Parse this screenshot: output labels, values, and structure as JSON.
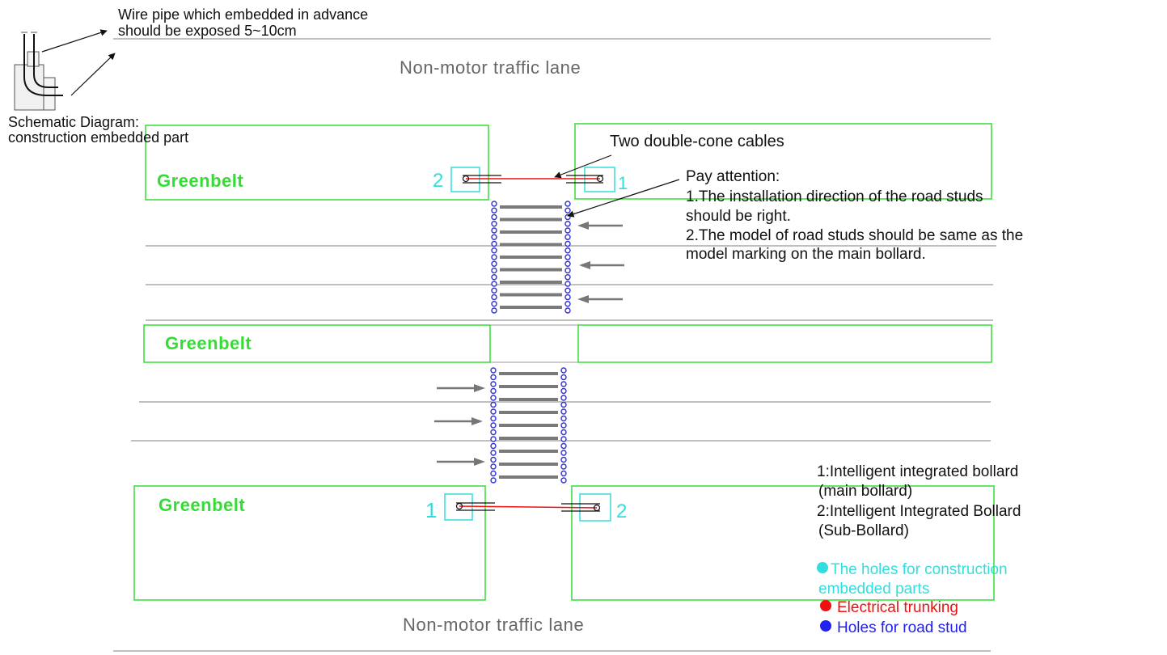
{
  "schematic": {
    "wire_pipe_line1": "Wire pipe which embedded in advance",
    "wire_pipe_line2": "should be exposed 5~10cm",
    "diagram_line1": "Schematic Diagram:",
    "diagram_line2": "construction embedded part"
  },
  "lanes": {
    "top_label": "Non-motor traffic lane",
    "bottom_label": "Non-motor traffic lane"
  },
  "greenbelts": {
    "top": "Greenbelt",
    "middle": "Greenbelt",
    "bottom": "Greenbelt"
  },
  "callouts": {
    "cables": "Two double-cone cables",
    "attention_title": "Pay attention:",
    "attention_1a": "1.The installation direction of the road studs",
    "attention_1b": "should be right.",
    "attention_2a": "2.The model of road studs should be same as the",
    "attention_2b": "model marking on the main bollard."
  },
  "bollards": {
    "top_left_num": "2",
    "top_right_num": "1",
    "bottom_left_num": "1",
    "bottom_right_num": "2"
  },
  "legend": {
    "item1a": "1:Intelligent integrated bollard",
    "item1b": "(main bollard)",
    "item2a": "2:Intelligent Integrated Bollard",
    "item2b": "(Sub-Bollard)",
    "holes_embedded_a": "The holes for construction",
    "holes_embedded_b": "embedded parts",
    "electrical": "Electrical trunking",
    "road_stud_holes": "Holes for road stud"
  },
  "colors": {
    "greenbelt": "#33dd33",
    "cyan": "#33dddd",
    "red": "#ee1111",
    "blue": "#2222ee",
    "stud_hole": "#3333cc",
    "bar": "#7a7a7a",
    "lane_line": "#999999",
    "text": "#111111",
    "lane_text": "#666666"
  }
}
